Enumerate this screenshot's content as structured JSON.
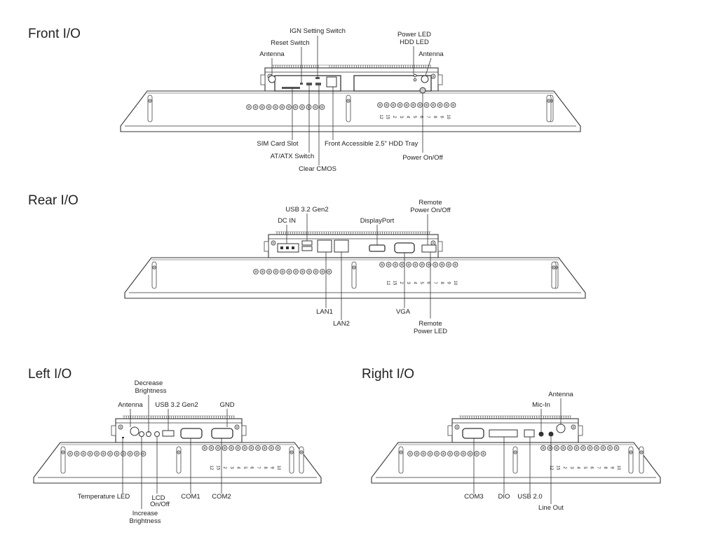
{
  "sections": {
    "front": {
      "title": "Front I/O",
      "labels": {
        "ign": "IGN Setting Switch",
        "reset": "Reset Switch",
        "antenna_left": "Antenna",
        "power_led": "Power LED",
        "hdd_led": "HDD LED",
        "antenna_right": "Antenna",
        "sim": "SIM Card Slot",
        "atatx": "AT/ATX Switch",
        "cmos": "Clear CMOS",
        "hdd_tray": "Front Accessible 2.5\" HDD Tray",
        "power_onoff": "Power On/Off"
      }
    },
    "rear": {
      "title": "Rear I/O",
      "labels": {
        "usb": "USB 3.2 Gen2",
        "dcin": "DC IN",
        "dp": "DisplayPort",
        "remote_power_1": "Remote",
        "remote_power_2": "Power On/Off",
        "lan1": "LAN1",
        "lan2": "LAN2",
        "vga": "VGA",
        "remote_led_1": "Remote",
        "remote_led_2": "Power LED"
      }
    },
    "left": {
      "title": "Left I/O",
      "labels": {
        "dec_1": "Decrease",
        "dec_2": "Brightness",
        "antenna": "Antenna",
        "usb": "USB 3.2 Gen2",
        "gnd": "GND",
        "temp": "Temperature LED",
        "inc_1": "Increase",
        "inc_2": "Brightness",
        "lcd_1": "LCD",
        "lcd_2": "On/Off",
        "com1": "COM1",
        "com2": "COM2"
      }
    },
    "right": {
      "title": "Right I/O",
      "labels": {
        "antenna": "Antenna",
        "mic": "Mic-In",
        "com3": "COM3",
        "dio": "DIO",
        "usb2": "USB 2.0",
        "lineout": "Line Out"
      }
    }
  },
  "scale_marks": [
    "12",
    "15",
    "2",
    "3",
    "4",
    "5",
    "6",
    "7",
    "8",
    "9",
    "10"
  ]
}
